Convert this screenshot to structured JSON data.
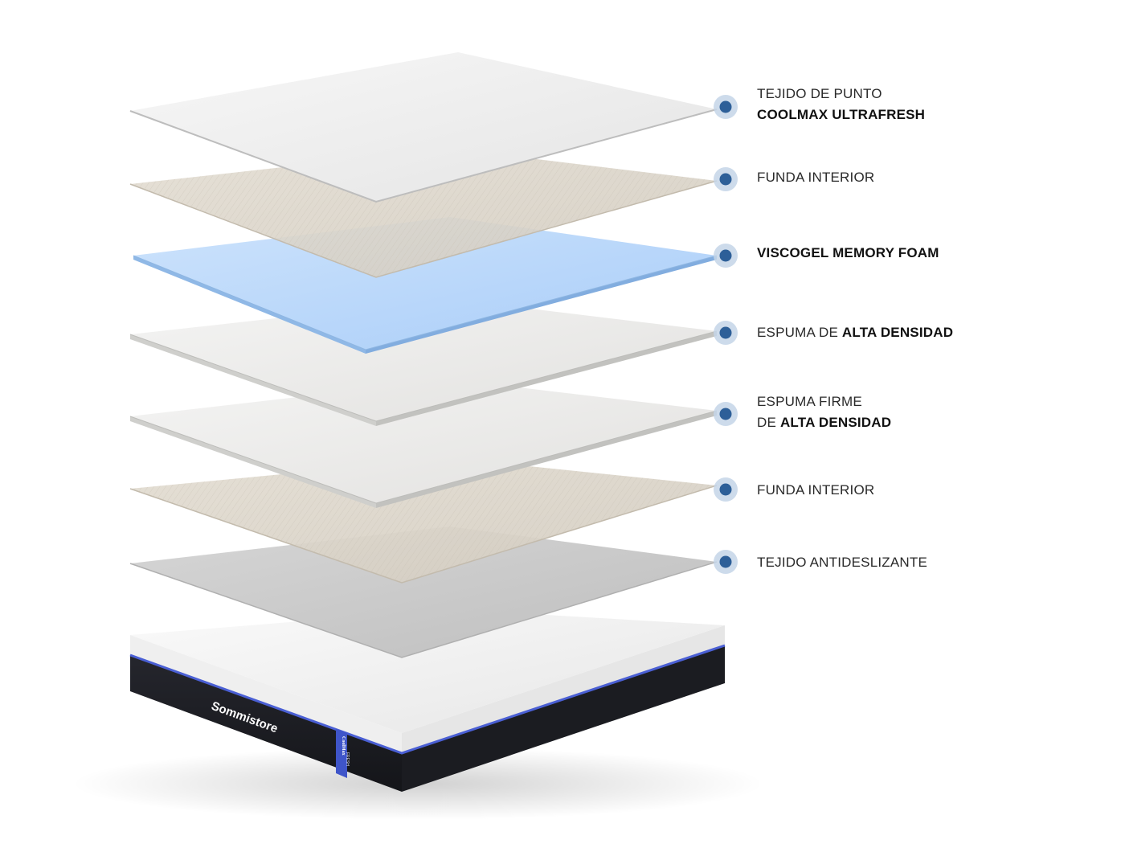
{
  "brand": {
    "name": "Sommistore",
    "tag_line1": "CoolMax",
    "tag_line2": "FRESH"
  },
  "colors": {
    "cover_top": "#eeeeee",
    "inner_cover": "#ddd6cb",
    "viscogel": "#b7d6fb",
    "foam": "#ebebeb",
    "non_slip": "#c9c9c9",
    "mattress_base": "#1c1d22",
    "accent_blue": "#4a5fd4",
    "marker_dot": "#2d5f98",
    "marker_halo": "#c4d5e8"
  },
  "layers": [
    {
      "id": "top-cover",
      "label_lines": [
        {
          "light": "TEJIDO DE PUNTO",
          "bold": ""
        },
        {
          "light": "",
          "bold": "COOLMAX ULTRAFRESH"
        }
      ]
    },
    {
      "id": "inner-cover-1",
      "label_lines": [
        {
          "light": "FUNDA INTERIOR",
          "bold": ""
        }
      ]
    },
    {
      "id": "viscogel",
      "label_lines": [
        {
          "light": "",
          "bold": "VISCOGEL MEMORY FOAM"
        }
      ]
    },
    {
      "id": "high-density-foam",
      "label_lines": [
        {
          "light": "ESPUMA DE ",
          "bold": "ALTA DENSIDAD"
        }
      ]
    },
    {
      "id": "firm-high-density-foam",
      "label_lines": [
        {
          "light": "ESPUMA FIRME",
          "bold": ""
        },
        {
          "light": "DE ",
          "bold": "ALTA DENSIDAD"
        }
      ]
    },
    {
      "id": "inner-cover-2",
      "label_lines": [
        {
          "light": "FUNDA INTERIOR",
          "bold": ""
        }
      ]
    },
    {
      "id": "non-slip-fabric",
      "label_lines": [
        {
          "light": "TEJIDO ANTIDESLIZANTE",
          "bold": ""
        }
      ]
    }
  ]
}
